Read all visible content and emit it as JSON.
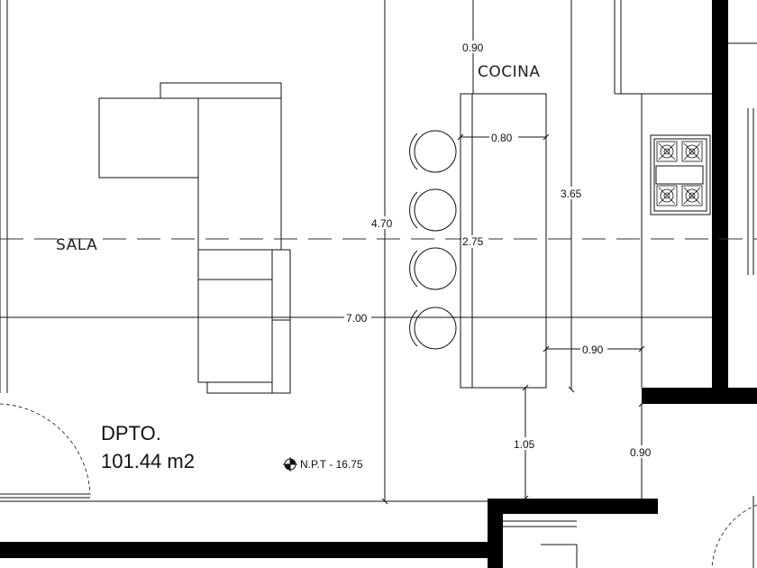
{
  "rooms": {
    "kitchen": "COCINA",
    "living": "SALA"
  },
  "unit": {
    "name": "DPTO.",
    "area": "101.44 m2"
  },
  "level": {
    "label": "N.P.T - 16.75"
  },
  "dimensions": {
    "top_090": "0.90",
    "counter_080": "0.80",
    "kitchen_365": "3.65",
    "height_470": "4.70",
    "counter_275": "2.75",
    "width_700": "7.00",
    "side_090": "0.90",
    "bottom_105": "1.05",
    "right_090": "0.90"
  },
  "icons": {
    "stove": "stove-icon",
    "level_marker": "level-marker-icon",
    "stool": "bar-stool-icon"
  }
}
